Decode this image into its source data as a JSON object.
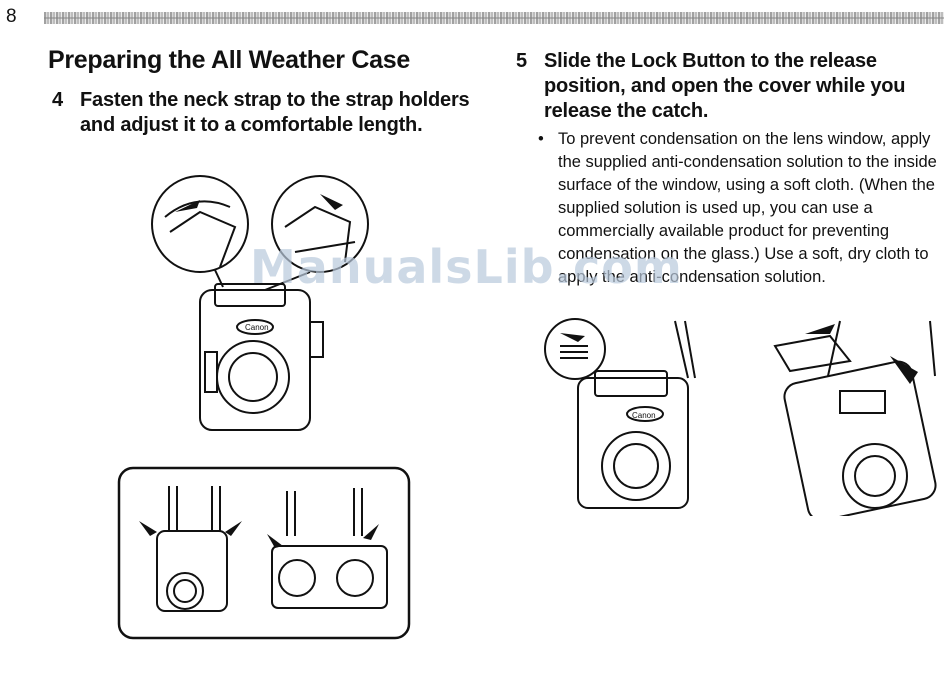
{
  "page": {
    "number": "8"
  },
  "section": {
    "title": "Preparing the All Weather Case"
  },
  "step4": {
    "number": "4",
    "text": "Fasten the neck strap to the strap holders and adjust it to a comfortable length."
  },
  "step5": {
    "number": "5",
    "text": "Slide the Lock Button to the release position, and open the cover while you release the catch.",
    "bullet": "To prevent condensation on the lens window, apply the supplied anti-condensation solution to the inside surface of the window, using a soft cloth. (When the supplied solution is used up, you can use a commercially available product for preventing condensation on the glass.) Use a soft, dry cloth to apply the anti-condensation solution."
  },
  "illustrations": {
    "brand_label": "Canon"
  },
  "watermark": "ManualsLib.com"
}
